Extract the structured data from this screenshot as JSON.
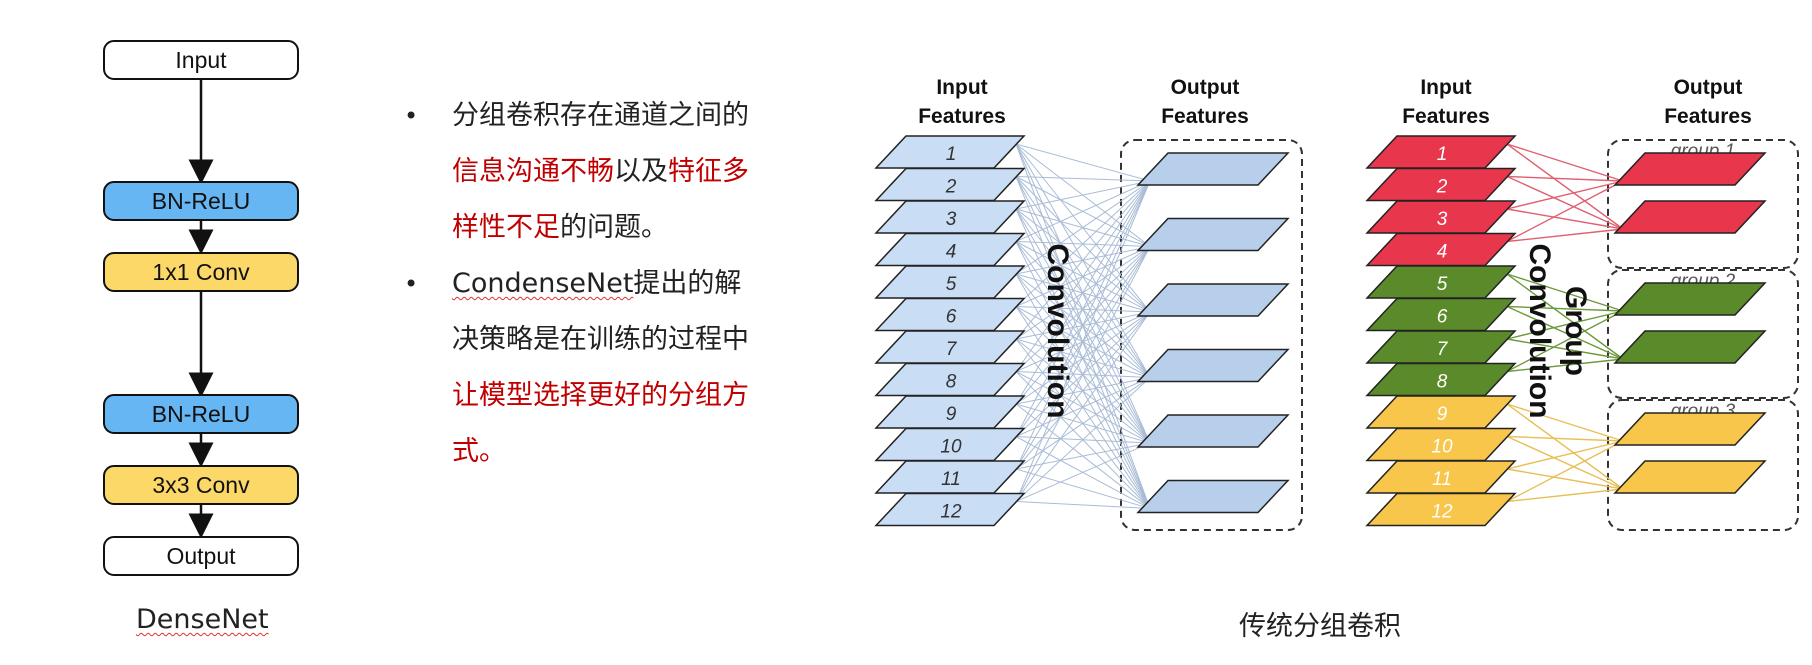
{
  "densenet": {
    "blocks": [
      "Input",
      "BN-ReLU",
      "1x1 Conv",
      "BN-ReLU",
      "3x3 Conv",
      "Output"
    ],
    "caption": "DenseNet"
  },
  "bullets": [
    {
      "parts": [
        {
          "text": "分组卷积存在通道之间的",
          "red": false
        },
        {
          "text": "信息沟通不畅",
          "red": true
        },
        {
          "text": "以及",
          "red": false
        },
        {
          "text": "特征多样性不足",
          "red": true
        },
        {
          "text": "的问题。",
          "red": false
        }
      ]
    },
    {
      "parts": [
        {
          "text": "CondenseNet",
          "red": false,
          "brand": true
        },
        {
          "text": "提出的解决策略是在训练的过程中",
          "red": false
        },
        {
          "text": "让模型选择更好的分组方式。",
          "red": true
        }
      ]
    }
  ],
  "diagram": {
    "input_header": [
      "Input",
      "Features"
    ],
    "output_header": [
      "Output",
      "Features"
    ],
    "conv_label": "Convolution",
    "group_conv_label": [
      "Group",
      "Convolution"
    ],
    "input_labels": [
      "1",
      "2",
      "3",
      "4",
      "5",
      "6",
      "7",
      "8",
      "9",
      "10",
      "11",
      "12"
    ],
    "group_labels": [
      "group 1",
      "group 2",
      "group 3"
    ],
    "caption": "传统分组卷积",
    "colors": {
      "light_blue": "#c9ddf5",
      "blue_out": "#b8cfec",
      "red": "#e8374d",
      "green": "#5a8a2a",
      "yellow": "#f7c64a",
      "line_blue": "#a9bcd6",
      "line_red": "#e06070",
      "line_green": "#6c9a3a",
      "line_yellow": "#e8bf55"
    }
  }
}
